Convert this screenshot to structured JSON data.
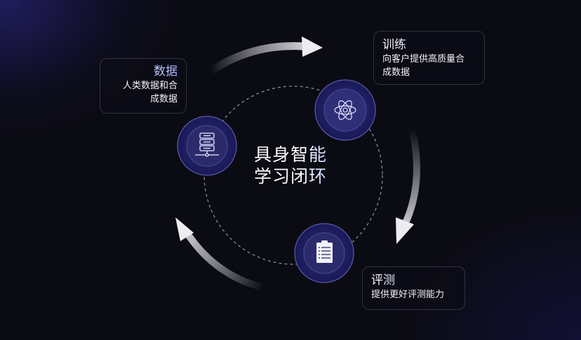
{
  "center": {
    "line1": "具身智能",
    "line2": "学习闭环"
  },
  "cards": {
    "data": {
      "title": "数据",
      "desc_line1": "人类数据和合",
      "desc_line2": "成数据"
    },
    "training": {
      "title": "训练",
      "desc_line1": "向客户提供高质量合",
      "desc_line2": "成数据"
    },
    "evaluation": {
      "title": "评测",
      "desc_line1": "提供更好评测能力"
    }
  },
  "nodes": [
    {
      "name": "data",
      "icon": "server-network-icon"
    },
    {
      "name": "training",
      "icon": "atom-icon"
    },
    {
      "name": "evaluation",
      "icon": "clipboard-checklist-icon"
    }
  ],
  "colors": {
    "background": "#0b0b14",
    "node_fill": "#1c1b5e",
    "node_inner": "#2a2a6e",
    "accent": "#a9b6ff",
    "arrow": "#e6e6ea"
  }
}
